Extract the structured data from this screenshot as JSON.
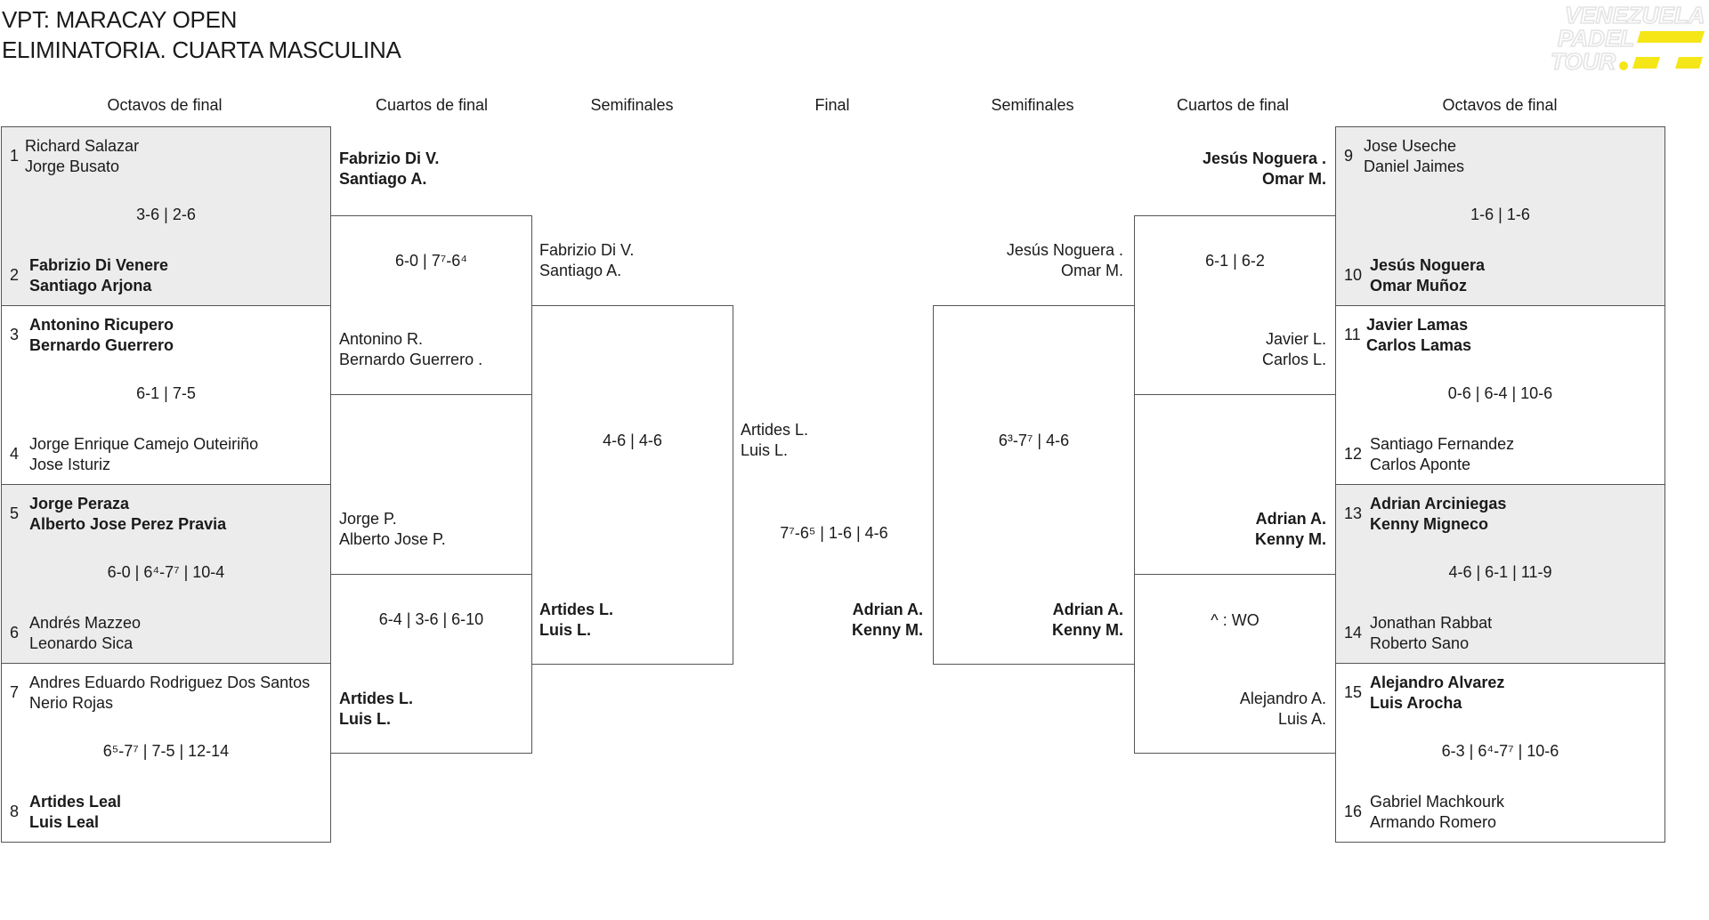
{
  "title_line1": "VPT: MARACAY OPEN",
  "title_line2": "ELIMINATORIA. CUARTA MASCULINA",
  "logo": {
    "line1": "VENEZUELA",
    "line2": "PADEL",
    "line3": "TOUR",
    "accent": "#f5e617"
  },
  "headers": {
    "left_r16": "Octavos de final",
    "left_qf": "Cuartos de final",
    "left_sf": "Semifinales",
    "final": "Final",
    "right_sf": "Semifinales",
    "right_qf": "Cuartos de final",
    "right_r16": "Octavos de final"
  },
  "r16_left": [
    {
      "seed_a": "1",
      "a1": "Richard Salazar",
      "a2": "Jorge Busato",
      "score": "3-6 | 2-6",
      "seed_b": "2",
      "b1": "Fabrizio Di Venere",
      "b2": "Santiago Arjona"
    },
    {
      "seed_a": "3",
      "a1": "Antonino Ricupero",
      "a2": "Bernardo Guerrero",
      "score": "6-1 | 7-5",
      "seed_b": "4",
      "b1": "Jorge Enrique Camejo Outeiriño",
      "b2": "Jose Isturiz"
    },
    {
      "seed_a": "5",
      "a1": "Jorge Peraza",
      "a2": "Alberto Jose Perez Pravia",
      "score": "6-0 | 6⁴-7⁷ | 10-4",
      "seed_b": "6",
      "b1": "Andrés Mazzeo",
      "b2": "Leonardo Sica"
    },
    {
      "seed_a": "7",
      "a1": "Andres Eduardo Rodriguez Dos Santos",
      "a2": "Nerio Rojas",
      "score": "6⁵-7⁷ | 7-5 | 12-14",
      "seed_b": "8",
      "b1": "Artides Leal",
      "b2": "Luis Leal"
    }
  ],
  "r16_right": [
    {
      "seed_a": "9",
      "a1": "Jose Useche",
      "a2": "Daniel Jaimes",
      "score": "1-6 | 1-6",
      "seed_b": "10",
      "b1": "Jesús Noguera",
      "b2": "Omar Muñoz"
    },
    {
      "seed_a": "11",
      "a1": "Javier Lamas",
      "a2": "Carlos Lamas",
      "score": "0-6 | 6-4 | 10-6",
      "seed_b": "12",
      "b1": "Santiago Fernandez",
      "b2": "Carlos Aponte"
    },
    {
      "seed_a": "13",
      "a1": "Adrian Arciniegas",
      "a2": "Kenny Migneco",
      "score": "4-6 | 6-1 | 11-9",
      "seed_b": "14",
      "b1": "Jonathan Rabbat",
      "b2": "Roberto Sano"
    },
    {
      "seed_a": "15",
      "a1": "Alejandro Alvarez",
      "a2": "Luis Arocha",
      "score": "6-3 | 6⁴-7⁷ | 10-6",
      "seed_b": "16",
      "b1": "Gabriel Machkourk",
      "b2": "Armando Romero"
    }
  ],
  "qf_left": [
    {
      "top1": "Fabrizio Di V.",
      "top2": "Santiago A.",
      "score": "6-0 | 7⁷-6⁴",
      "bot1": "Antonino R.",
      "bot2": "Bernardo Guerrero ."
    },
    {
      "top1": "Jorge P.",
      "top2": "Alberto Jose P.",
      "score": "6-4 | 3-6 | 6-10",
      "bot1": "Artides L.",
      "bot2": "Luis L."
    }
  ],
  "qf_right": [
    {
      "top1": "Jesús Noguera .",
      "top2": "Omar M.",
      "score": "6-1 | 6-2",
      "bot1": "Javier L.",
      "bot2": "Carlos L."
    },
    {
      "top1": "Adrian A.",
      "top2": "Kenny M.",
      "score": "^ : WO",
      "bot1": "Alejandro A.",
      "bot2": "Luis A."
    }
  ],
  "sf_left": {
    "top1": "Fabrizio Di V.",
    "top2": "Santiago A.",
    "score": "4-6 | 4-6",
    "bot1": "Artides L.",
    "bot2": "Luis L."
  },
  "sf_right": {
    "top1": "Jesús Noguera .",
    "top2": "Omar M.",
    "score": "6³-7⁷ | 4-6",
    "bot1": "Adrian A.",
    "bot2": "Kenny M."
  },
  "final": {
    "top1": "Artides L.",
    "top2": "Luis L.",
    "score": "7⁷-6⁵ | 1-6 | 4-6",
    "bot1": "Adrian A.",
    "bot2": "Kenny M."
  }
}
